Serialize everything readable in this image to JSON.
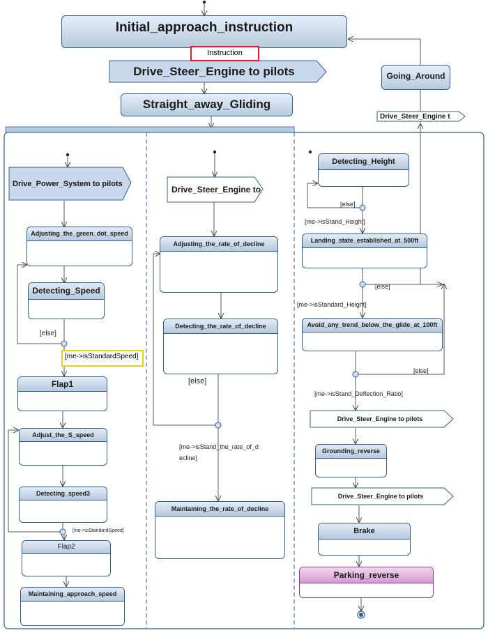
{
  "diagram": {
    "top_state": "Initial_approach_instruction",
    "instruction_label": "Instruction",
    "signal_pilots": "Drive_Steer_Engine to pilots",
    "straight_state": "Straight_away_Gliding",
    "going_around": "Going_Around",
    "signal_right": "Drive_Steer_Engine t",
    "col1": {
      "signal": "Drive_Power_System to pilots",
      "states": [
        "Adjusting_the_green_dot_speed",
        "Detecting_Speed",
        "Flap1",
        "Adjust_the_S_speed",
        "Detecting_speed3",
        "Flap2",
        "Maintaining_approach_speed"
      ],
      "guards": [
        "[else]",
        "[me->isStandardSpeed]",
        "[me->isStandardSpeed]"
      ]
    },
    "col2": {
      "signal": "Drive_Steer_Engine to",
      "states": [
        "Adjusting_the_rate_of_decline",
        "Detecting_the_rate_of_decline",
        "Maintaining_the_rate_of_decline"
      ],
      "guards": [
        "[else]",
        "[me->isStand_the_rate_of_d",
        "ecline]"
      ]
    },
    "col3": {
      "states": [
        "Detecting_Height",
        "Landing_state_established_at_500ft",
        "Avoid_any_trend_below_the_glide_at_100ft",
        "Grounding_reverse",
        "Brake",
        "Parking_reverse"
      ],
      "signals": [
        "Drive_Steer_Engine to pilots",
        "Drive_Steer_Engine to pilots"
      ],
      "guards": [
        "[else]",
        "[me->isStand_Height]",
        "[else]",
        "[me->isStandard_Height]",
        "[else]",
        "[me->isStand_Deflection_Ratio]"
      ]
    },
    "colors": {
      "state_border": "#2e5f8e",
      "state_fill": "#b6c9de",
      "highlight_red": "#d61f26",
      "highlight_yellow": "#e5cf1f",
      "final_state": "#d39bd0"
    }
  }
}
